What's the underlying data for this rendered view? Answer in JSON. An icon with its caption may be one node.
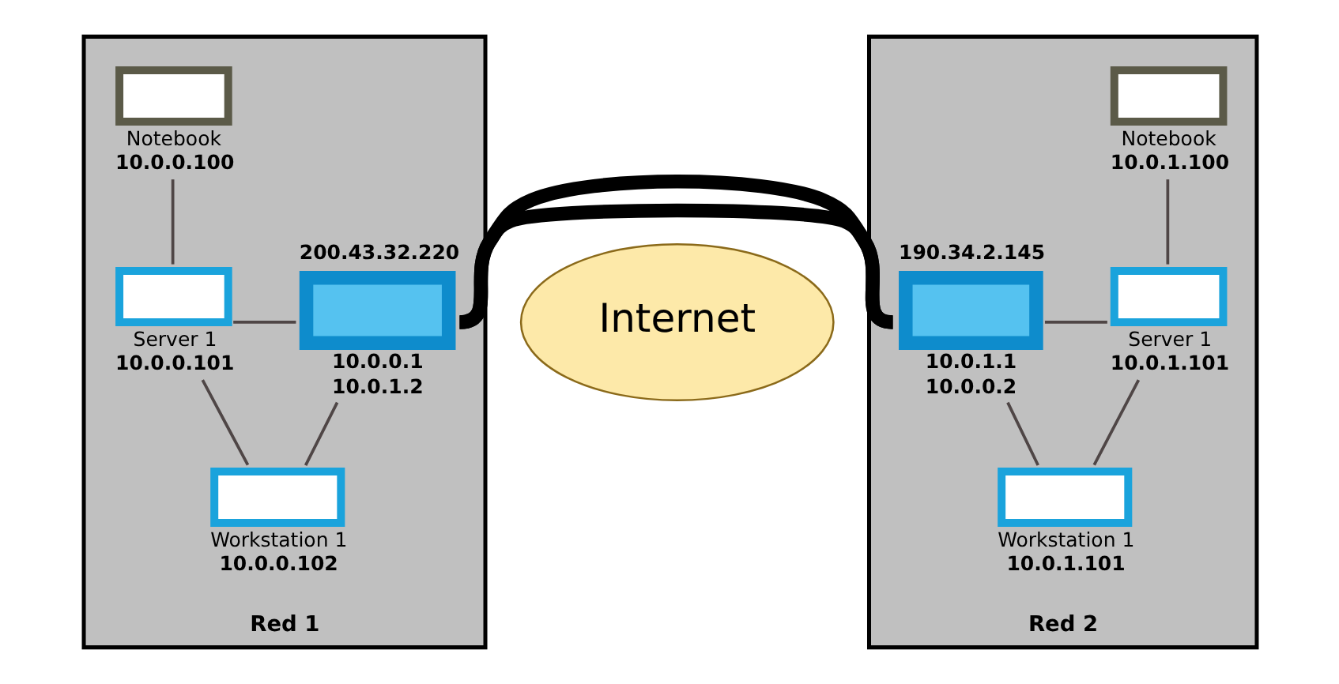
{
  "diagram": {
    "nodes": [
      {
        "text": [
          "Red 1"
        ]
      },
      {
        "text": [
          "Notebook",
          "10.0.0.100"
        ],
        "in": 0
      },
      {
        "text": [
          "Server 1",
          "10.0.0.101"
        ],
        "in": 0
      },
      {
        "text": [
          "10.0.0.1",
          "10.0.1.2"
        ],
        "beside": [
          "200.43.32.220"
        ],
        "in": 0
      },
      {
        "text": [
          "Workstation 1",
          "10.0.0.102"
        ],
        "in": 0
      },
      {
        "text": [
          "Internet"
        ]
      },
      {
        "text": [
          "Red 2"
        ]
      },
      {
        "text": [
          "Notebook",
          "10.0.1.100"
        ],
        "in": 6
      },
      {
        "text": [
          "10.0.1.1",
          "10.0.0.2"
        ],
        "beside": [
          "190.34.2.145"
        ],
        "in": 6
      },
      {
        "text": [
          "Server 1",
          "10.0.1.101"
        ],
        "in": 6
      },
      {
        "text": [
          "Workstation 1",
          "10.0.1.101"
        ],
        "in": 6
      }
    ],
    "edges": [
      {
        "from": 1,
        "to": 2,
        "arrow": "none"
      },
      {
        "from": 2,
        "to": 4,
        "arrow": "none"
      },
      {
        "from": 2,
        "to": 3,
        "arrow": "none"
      },
      {
        "from": 3,
        "to": 4,
        "arrow": "none"
      },
      {
        "from": 3,
        "to": 8,
        "arrow": "none",
        "style": "thick"
      },
      {
        "from": 7,
        "to": 9,
        "arrow": "none"
      },
      {
        "from": 9,
        "to": 10,
        "arrow": "none"
      },
      {
        "from": 8,
        "to": 9,
        "arrow": "none"
      },
      {
        "from": 8,
        "to": 10,
        "arrow": "none"
      }
    ]
  }
}
